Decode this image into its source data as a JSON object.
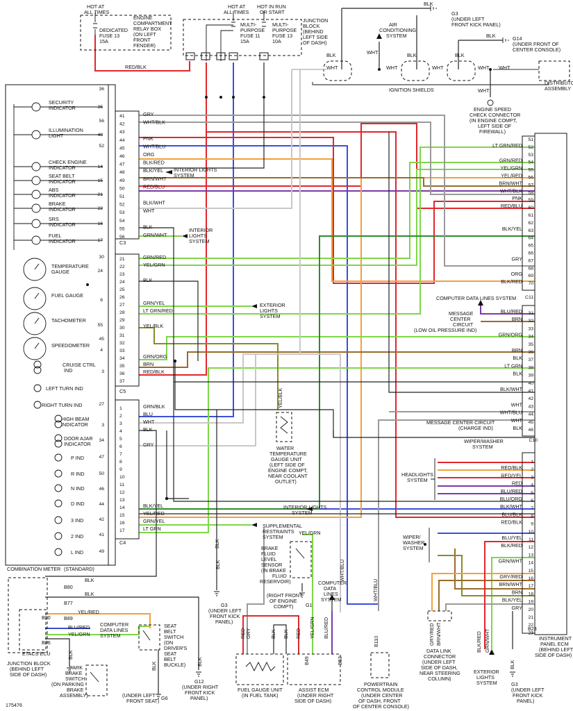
{
  "figure_id": "175476",
  "standard_note": "(STANDARD)",
  "colors": {
    "red": "#e0262c",
    "blue": "#3b4fd8",
    "purple": "#7a3aa8",
    "green": "#7ed648",
    "darkgreen": "#2f8a2f",
    "orange": "#f2a03a",
    "brown": "#9a6a2a",
    "olive": "#8a8a28",
    "gray": "#9a9a9a",
    "lightgray": "#c8c8c8",
    "black": "#222222",
    "teal": "#39a0a0"
  },
  "top_labels": {
    "hot_at_all_times_1": "HOT AT",
    "hot_at_all_times_1b": "ALL TIMES",
    "dedicated_fuse_1": "DEDICATED",
    "dedicated_fuse_2": "FUSE 13",
    "dedicated_fuse_3": "15A",
    "engine_relay_1": "ENGINE",
    "engine_relay_2": "COMPARTMENT",
    "engine_relay_3": "RELAY BOX",
    "engine_relay_4": "(ON LEFT",
    "engine_relay_5": "FRONT",
    "engine_relay_6": "FENDER)",
    "hot_at_all_times_2": "HOT AT",
    "hot_at_all_times_2b": "ALL TIMES",
    "hot_in_run_1": "HOT IN RUN",
    "hot_in_run_2": "OR START",
    "mp_fuse11_1": "MULTI-",
    "mp_fuse11_2": "PURPOSE",
    "mp_fuse11_3": "FUSE 11",
    "mp_fuse11_4": "15A",
    "mp_fuse13_1": "MULTI-",
    "mp_fuse13_2": "PURPOSE",
    "mp_fuse13_3": "FUSE 13",
    "mp_fuse13_4": "10A",
    "jb_1": "JUNCTION",
    "jb_2": "BLOCK",
    "jb_3": "(BEHIND",
    "jb_4": "LEFT SIDE",
    "jb_5": "OF DASH)",
    "red_blk": "RED/BLK",
    "g3_1": "G3",
    "g3_2": "(UNDER LEFT",
    "g3_3": "FRONT KICK PANEL)",
    "ac_1": "AIR",
    "ac_2": "CONDITIONING",
    "ac_3": "SYSTEM",
    "g14_1": "G14",
    "g14_2": "(UNDER FRONT OF",
    "g14_3": "CENTER CONSOLE)",
    "ignition_shields": "IGNITION SHIELDS",
    "dist_1": "DISTRIBUTOR",
    "dist_2": "ASSEMBLY",
    "esc_1": "ENGINE SPEED",
    "esc_2": "CHECK CONNECTOR",
    "esc_3": "(IN ENGINE COMPT,",
    "esc_4": "LEFT SIDE OF",
    "esc_5": "FIREWALL)"
  },
  "meter_indicators": [
    {
      "label": "SECURITY",
      "label2": "INDICATOR",
      "pin": "35"
    },
    {
      "label": "ILLUMINATION",
      "label2": "LIGHT",
      "pin": "48"
    },
    {
      "label": "CHECK ENGINE",
      "label2": "INDICATOR",
      "pin": "14"
    },
    {
      "label": "SEAT BELT",
      "label2": "INDICATOR",
      "pin": "15"
    },
    {
      "label": "ABS",
      "label2": "INDICATOR",
      "pin": "21"
    },
    {
      "label": "BRAKE",
      "label2": "INDICATOR",
      "pin": "22"
    },
    {
      "label": "SRS",
      "label2": "INDICATOR",
      "pin": "16"
    },
    {
      "label": "FUEL",
      "label2": "INDICATOR",
      "pin": "17"
    }
  ],
  "meter_gauges": [
    {
      "label": "TEMPERATURE",
      "label2": "GAUGE",
      "pin": "24"
    },
    {
      "label": "FUEL GAUGE",
      "label2": "",
      "pin": "6"
    },
    {
      "label": "TACHOMETER",
      "label2": "",
      "pin": "55"
    },
    {
      "label": "SPEEDOMETER",
      "label2": "",
      "pin": "4"
    }
  ],
  "meter_misc": {
    "cruise_1": "CRUISE CTRL",
    "cruise_2": "IND",
    "left_turn": "LEFT TURN IND",
    "right_turn": "RIGHT TURN IND",
    "high_beam_1": "HIGH BEAM",
    "high_beam_2": "INDICATOR",
    "door_ajar_1": "DOOR AJAR",
    "door_ajar_2": "INDICATOR",
    "p_ind": "P IND",
    "r_ind": "R IND",
    "n_ind": "N IND",
    "d_ind": "D IND",
    "ind3": "3 IND",
    "ind2": "2 IND",
    "l_ind": "L IND",
    "combination_meter": "COMBINATION METER"
  },
  "c3_wires": [
    {
      "pin": "41",
      "color": "GRY"
    },
    {
      "pin": "42",
      "color": "WHT/BLK"
    },
    {
      "pin": "43",
      "color": ""
    },
    {
      "pin": "44",
      "color": "PNK"
    },
    {
      "pin": "45",
      "color": "WHT/BLU"
    },
    {
      "pin": "46",
      "color": "ORG"
    },
    {
      "pin": "47",
      "color": "BLK/RED"
    },
    {
      "pin": "48",
      "color": "BLK/YEL"
    },
    {
      "pin": "49",
      "color": "BRN/WHT"
    },
    {
      "pin": "50",
      "color": "RED/BLU"
    },
    {
      "pin": "51",
      "color": ""
    },
    {
      "pin": "52",
      "color": "BLK/WHT"
    },
    {
      "pin": "53",
      "color": "WHT"
    },
    {
      "pin": "54",
      "color": ""
    },
    {
      "pin": "55",
      "color": "BLK"
    },
    {
      "pin": "56",
      "color": "GRN/WHT"
    }
  ],
  "c5_wires": [
    {
      "pin": "21",
      "color": "GRN/RED"
    },
    {
      "pin": "22",
      "color": "YEL/GRN"
    },
    {
      "pin": "23",
      "color": ""
    },
    {
      "pin": "24",
      "color": "BLK"
    },
    {
      "pin": "25",
      "color": ""
    },
    {
      "pin": "26",
      "color": ""
    },
    {
      "pin": "27",
      "color": "GRN/YEL"
    },
    {
      "pin": "28",
      "color": "LT GRN/RED"
    },
    {
      "pin": "29",
      "color": ""
    },
    {
      "pin": "30",
      "color": "YEL/BLK"
    },
    {
      "pin": "31",
      "color": ""
    },
    {
      "pin": "32",
      "color": ""
    },
    {
      "pin": "33",
      "color": ""
    },
    {
      "pin": "34",
      "color": "GRN/ORG"
    },
    {
      "pin": "35",
      "color": "BRN"
    },
    {
      "pin": "36",
      "color": "RED/BLK"
    },
    {
      "pin": "37",
      "color": ""
    }
  ],
  "c4_wires": [
    {
      "pin": "1",
      "color": "GRN/BLK"
    },
    {
      "pin": "2",
      "color": "BLU"
    },
    {
      "pin": "3",
      "color": "WHT"
    },
    {
      "pin": "4",
      "color": "BLK"
    },
    {
      "pin": "5",
      "color": ""
    },
    {
      "pin": "6",
      "color": "GRY"
    },
    {
      "pin": "7",
      "color": ""
    },
    {
      "pin": "8",
      "color": ""
    },
    {
      "pin": "9",
      "color": ""
    },
    {
      "pin": "10",
      "color": ""
    },
    {
      "pin": "11",
      "color": ""
    },
    {
      "pin": "12",
      "color": ""
    },
    {
      "pin": "13",
      "color": ""
    },
    {
      "pin": "14",
      "color": "BLK/YEL"
    },
    {
      "pin": "15",
      "color": "YEL/RED"
    },
    {
      "pin": "16",
      "color": "GRN/YEL"
    },
    {
      "pin": "17",
      "color": "LT GRN"
    }
  ],
  "connector_labels": {
    "c3": "C3",
    "c5": "C5",
    "c4": "C4",
    "c11": "C11",
    "c10": "C10"
  },
  "ecm_c11_wires": [
    {
      "pin": "51",
      "color": ""
    },
    {
      "pin": "52",
      "color": "LT GRN/RED"
    },
    {
      "pin": "53",
      "color": ""
    },
    {
      "pin": "54",
      "color": "GRN/RED"
    },
    {
      "pin": "55",
      "color": "YEL/GRN"
    },
    {
      "pin": "56",
      "color": "YEL/RED"
    },
    {
      "pin": "57",
      "color": "BRN/WHT"
    },
    {
      "pin": "58",
      "color": "WHT/BLK"
    },
    {
      "pin": "59",
      "color": "PNK"
    },
    {
      "pin": "60",
      "color": "RED/BLU"
    },
    {
      "pin": "61",
      "color": ""
    },
    {
      "pin": "62",
      "color": ""
    },
    {
      "pin": "63",
      "color": "BLK/YEL"
    },
    {
      "pin": "64",
      "color": ""
    },
    {
      "pin": "65",
      "color": ""
    },
    {
      "pin": "66",
      "color": ""
    },
    {
      "pin": "67",
      "color": "GRY"
    },
    {
      "pin": "68",
      "color": ""
    },
    {
      "pin": "69",
      "color": "ORG"
    },
    {
      "pin": "70",
      "color": "BLK/RED"
    }
  ],
  "ecm_mid_wires": [
    {
      "pin": "31",
      "color": "BLU/RED"
    },
    {
      "pin": "32",
      "color": "BRN"
    },
    {
      "pin": "33",
      "color": ""
    },
    {
      "pin": "34",
      "color": "GRN/ORG"
    },
    {
      "pin": "35",
      "color": ""
    },
    {
      "pin": "36",
      "color": "BRN"
    },
    {
      "pin": "37",
      "color": "BLK"
    },
    {
      "pin": "38",
      "color": "LT GRN"
    },
    {
      "pin": "39",
      "color": "BLK"
    },
    {
      "pin": "40",
      "color": ""
    },
    {
      "pin": "41",
      "color": "BLK/WHT"
    },
    {
      "pin": "42",
      "color": ""
    },
    {
      "pin": "43",
      "color": "WHT"
    },
    {
      "pin": "44",
      "color": "WHT/BLU"
    },
    {
      "pin": "45",
      "color": "WHT"
    },
    {
      "pin": "46",
      "color": "BLK"
    }
  ],
  "ecm_c10_wires": [
    {
      "pin": "1",
      "color": ""
    },
    {
      "pin": "2",
      "color": "RED/BLK"
    },
    {
      "pin": "3",
      "color": "RED/YEL"
    },
    {
      "pin": "4",
      "color": "RED"
    },
    {
      "pin": "5",
      "color": "BLU/RED"
    },
    {
      "pin": "6",
      "color": "BLU/ORG"
    },
    {
      "pin": "7",
      "color": "BLK/WHT"
    },
    {
      "pin": "8",
      "color": "BLU/BLK"
    },
    {
      "pin": "9",
      "color": "RED/BLK"
    },
    {
      "pin": "10",
      "color": ""
    },
    {
      "pin": "11",
      "color": "BLU/YEL"
    },
    {
      "pin": "12",
      "color": "BLK/RED"
    },
    {
      "pin": "13",
      "color": ""
    },
    {
      "pin": "14",
      "color": "GRN/WHT"
    },
    {
      "pin": "15",
      "color": ""
    },
    {
      "pin": "16",
      "color": "GRY/RED"
    },
    {
      "pin": "17",
      "color": "BRN/WHT"
    },
    {
      "pin": "18",
      "color": "BRN"
    },
    {
      "pin": "19",
      "color": "BLK/YEL"
    },
    {
      "pin": "20",
      "color": "GRY"
    },
    {
      "pin": "21",
      "color": ""
    },
    {
      "pin": "22",
      "color": ""
    },
    {
      "pin": "23",
      "color": ""
    }
  ],
  "ecm_labels": {
    "cdl_1": "COMPUTER DATA LINES SYSTEM",
    "mcc_1": "MESSAGE",
    "mcc_2": "CENTER",
    "mcc_3": "CIRCUIT",
    "mcc_4": "(LOW OIL PRESSURE IND)",
    "mcc_charge": "MESSAGE CENTER CIRCUIT",
    "mcc_charge2": "(CHARGE IND)",
    "wiper_1": "WIPER/WASHER",
    "wiper_2": "SYSTEM",
    "headlights_1": "HEADLIGHTS",
    "headlights_2": "SYSTEM",
    "interior_lights": "INTERIOR LIGHTS",
    "interior_lights2": "SYSTEM",
    "wiper2_1": "WIPER/",
    "wiper2_2": "WASHER",
    "wiper2_3": "SYSTEM",
    "ecm_1": "INSTRUMENT",
    "ecm_2": "PANEL ECM",
    "ecm_3": "(BEHIND LEFT",
    "ecm_4": "SIDE OF DASH)"
  },
  "middle_labels": {
    "il_sys_1": "INTERIOR LIGHTS",
    "il_sys_2": "SYSTEM",
    "il2_1": "INTERIOR",
    "il2_2": "LIGHTS",
    "il2_3": "SYSTEM",
    "ext_1": "EXTERIOR",
    "ext_2": "LIGHTS",
    "ext_3": "SYSTEM",
    "srs_1": "SUPPLEMENTAL",
    "srs_2": "RESTRAINTS",
    "srs_3": "SYSTEM",
    "yel_blk": "YEL/BLK",
    "wtg_1": "WATER",
    "wtg_2": "TEMPERATURE",
    "wtg_3": "GAUGE UNIT",
    "wtg_4": "(LEFT SIDE OF",
    "wtg_5": "ENGINE COMPT,",
    "wtg_6": "NEAR COOLANT",
    "wtg_7": "OUTLET)",
    "bfl_1": "BRAKE",
    "bfl_2": "FLUID",
    "bfl_3": "LEVEL",
    "bfl_4": "SENSOR",
    "bfl_5": "(IN BRAKE",
    "bfl_6": "FLUID",
    "bfl_7": "RESERVOIR)",
    "yel_grn": "YEL/GRN",
    "g1_1": "(RIGHT FRONT",
    "g1_2": "OF ENGINE",
    "g1_3": "COMPT)",
    "g1": "G1",
    "cdl_1": "COMPUTER",
    "cdl_2": "DATA",
    "cdl_3": "LINES",
    "cdl_4": "SYSTEM",
    "wht_blu": "WHT/BLU",
    "g12_1": "G12",
    "g12_2": "(UNDER RIGHT",
    "g12_3": "FRONT KICK",
    "g12_4": "PANEL)",
    "g3b_1": "G3",
    "g3b_2": "(UNDER LEFT",
    "g3b_3": "FRONT KICK",
    "g3b_4": "PANEL)",
    "blk": "BLK"
  },
  "bottom_labels": {
    "etacs": "ETACS ECU",
    "jb_1": "JUNCTION BLOCK",
    "jb_2": "(BEHIND LEFT",
    "jb_3": "SIDE OF DASH)",
    "b80": "B80",
    "b77": "B77",
    "b90": "B90",
    "b89": "B89",
    "b86": "B86",
    "yel_red": "YEL/RED",
    "blu_red": "BLU/RED",
    "yel_grn": "YEL/GRN",
    "cdl_1": "COMPUTER",
    "cdl_2": "DATA LINES",
    "cdl_3": "SYSTEM",
    "sbs_1": "SEAT",
    "sbs_2": "BELT",
    "sbs_3": "SWITCH",
    "sbs_4": "(ON",
    "sbs_5": "DRIVER'S",
    "sbs_6": "SEAT",
    "sbs_7": "BELT",
    "sbs_8": "BUCKLE)",
    "pbs_1": "PARK",
    "pbs_2": "BRAKE",
    "pbs_3": "SWITCH",
    "pbs_4": "(ON PARKING",
    "pbs_5": "BRAKE",
    "pbs_6": "ASSEMBLY)",
    "g6_1": "G6",
    "g6_2": "(UNDER LEFT",
    "g6_3": "FRONT SEAT)",
    "fgu_1": "FUEL GAUGE UNIT",
    "fgu_2": "(IN FUEL TANK)",
    "abs_1": "ASSIST ECM",
    "abs_2": "(UNDER RIGHT",
    "abs_3": "SIDE OF DASH)",
    "pcm_1": "POWERTRAIN",
    "pcm_2": "CONTROL MODULE",
    "pcm_3": "(UNDER CENTER",
    "pcm_4": "OF DASH, FRONT",
    "pcm_5": "OF CENTER CONSOLE)",
    "dlc_1": "DATA LINK",
    "dlc_2": "CONNECTOR",
    "dlc_3": "(UNDER LEFT",
    "dlc_4": "SIDE OF DASH,",
    "dlc_5": "NEAR STEERING",
    "dlc_6": "COLUMN)",
    "ext_1": "EXTERIOR",
    "ext_2": "LIGHTS",
    "ext_3": "SYSTEM",
    "g3c_1": "G3",
    "g3c_2": "(UNDER LEFT",
    "g3c_3": "FRONT KICK",
    "g3c_4": "PANEL)",
    "b110": "B110",
    "b23": "B23",
    "b53": "B53",
    "b49": "B49",
    "gry_red": "GRY/RED",
    "brn_wht": "BRN/WHT",
    "blk_red": "BLK/RED",
    "grn_wht": "GRN/WHT",
    "wht_blu": "WHT/BLU",
    "red": "RED",
    "gry": "GRY",
    "blk": "BLK",
    "yel_grn2": "YEL/GRN",
    "blu_red2": "BLU/RED"
  }
}
